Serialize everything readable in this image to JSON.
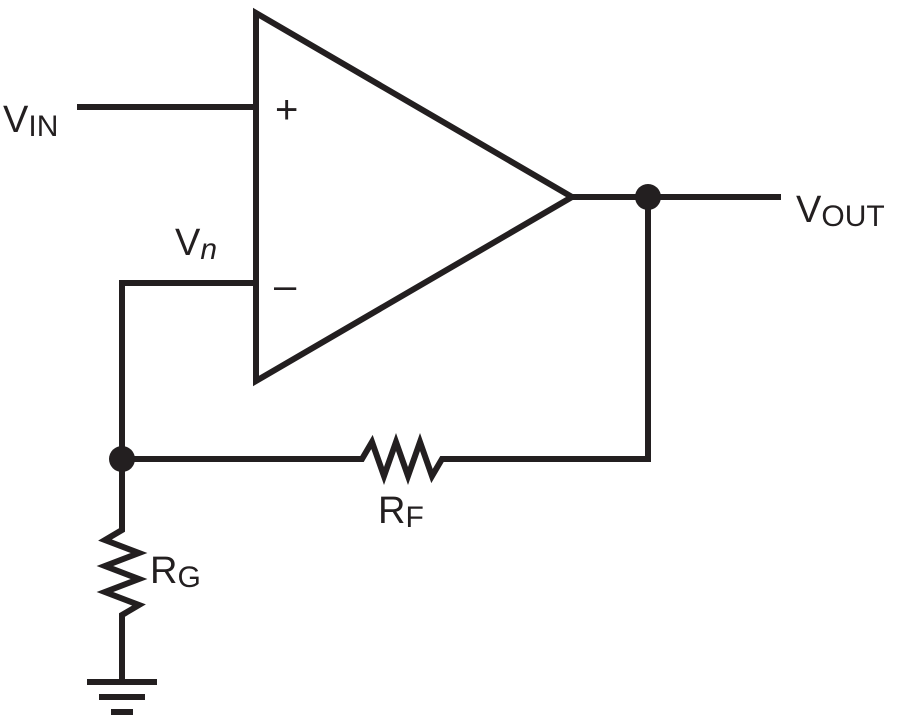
{
  "diagram": {
    "labels": {
      "vin": {
        "main": "V",
        "sub": "IN"
      },
      "vout": {
        "main": "V",
        "sub": "OUT"
      },
      "vn": {
        "main": "V",
        "sub": "n"
      },
      "rf": {
        "main": "R",
        "sub": "F"
      },
      "rg": {
        "main": "R",
        "sub": "G"
      }
    },
    "amp_inputs": {
      "plus": "+",
      "minus": "–"
    },
    "colors": {
      "line": "#231f20",
      "background": "#ffffff"
    }
  }
}
